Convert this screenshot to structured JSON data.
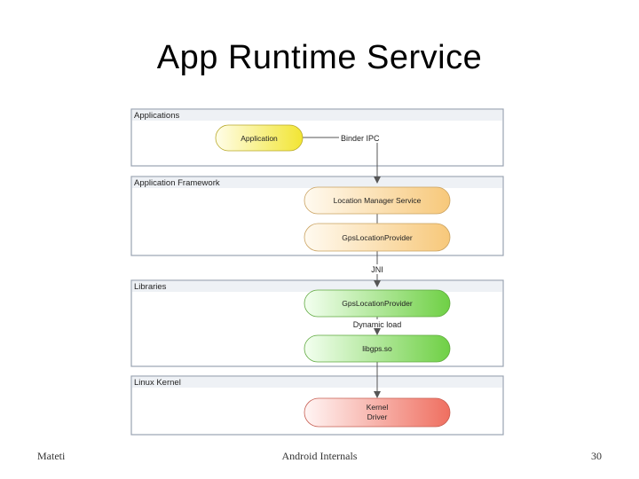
{
  "slide": {
    "title": "App  Runtime Service",
    "footer_left": "Mateti",
    "footer_center": "Android Internals",
    "footer_right": "30"
  },
  "diagram": {
    "layers": [
      {
        "label": "Applications"
      },
      {
        "label": "Application Framework"
      },
      {
        "label": "Libraries"
      },
      {
        "label": "Linux Kernel"
      }
    ],
    "nodes": {
      "application": "Application",
      "location_manager_service": "Location Manager Service",
      "gps_provider_java": "GpsLocationProvider",
      "gps_provider_native": "GpsLocationProvider",
      "libgps": "libgps.so",
      "kernel_driver_line1": "Kernel",
      "kernel_driver_line2": "Driver"
    },
    "edge_labels": {
      "binder_ipc": "Binder IPC",
      "jni": "JNI",
      "dynamic_load": "Dynamic load"
    },
    "colors": {
      "application": "#f2e533",
      "framework": "#f7c87a",
      "libraries": "#7ed957",
      "kernel": "#f07a6a",
      "layer_border": "#9aa4b2",
      "arrow": "#555555"
    }
  }
}
